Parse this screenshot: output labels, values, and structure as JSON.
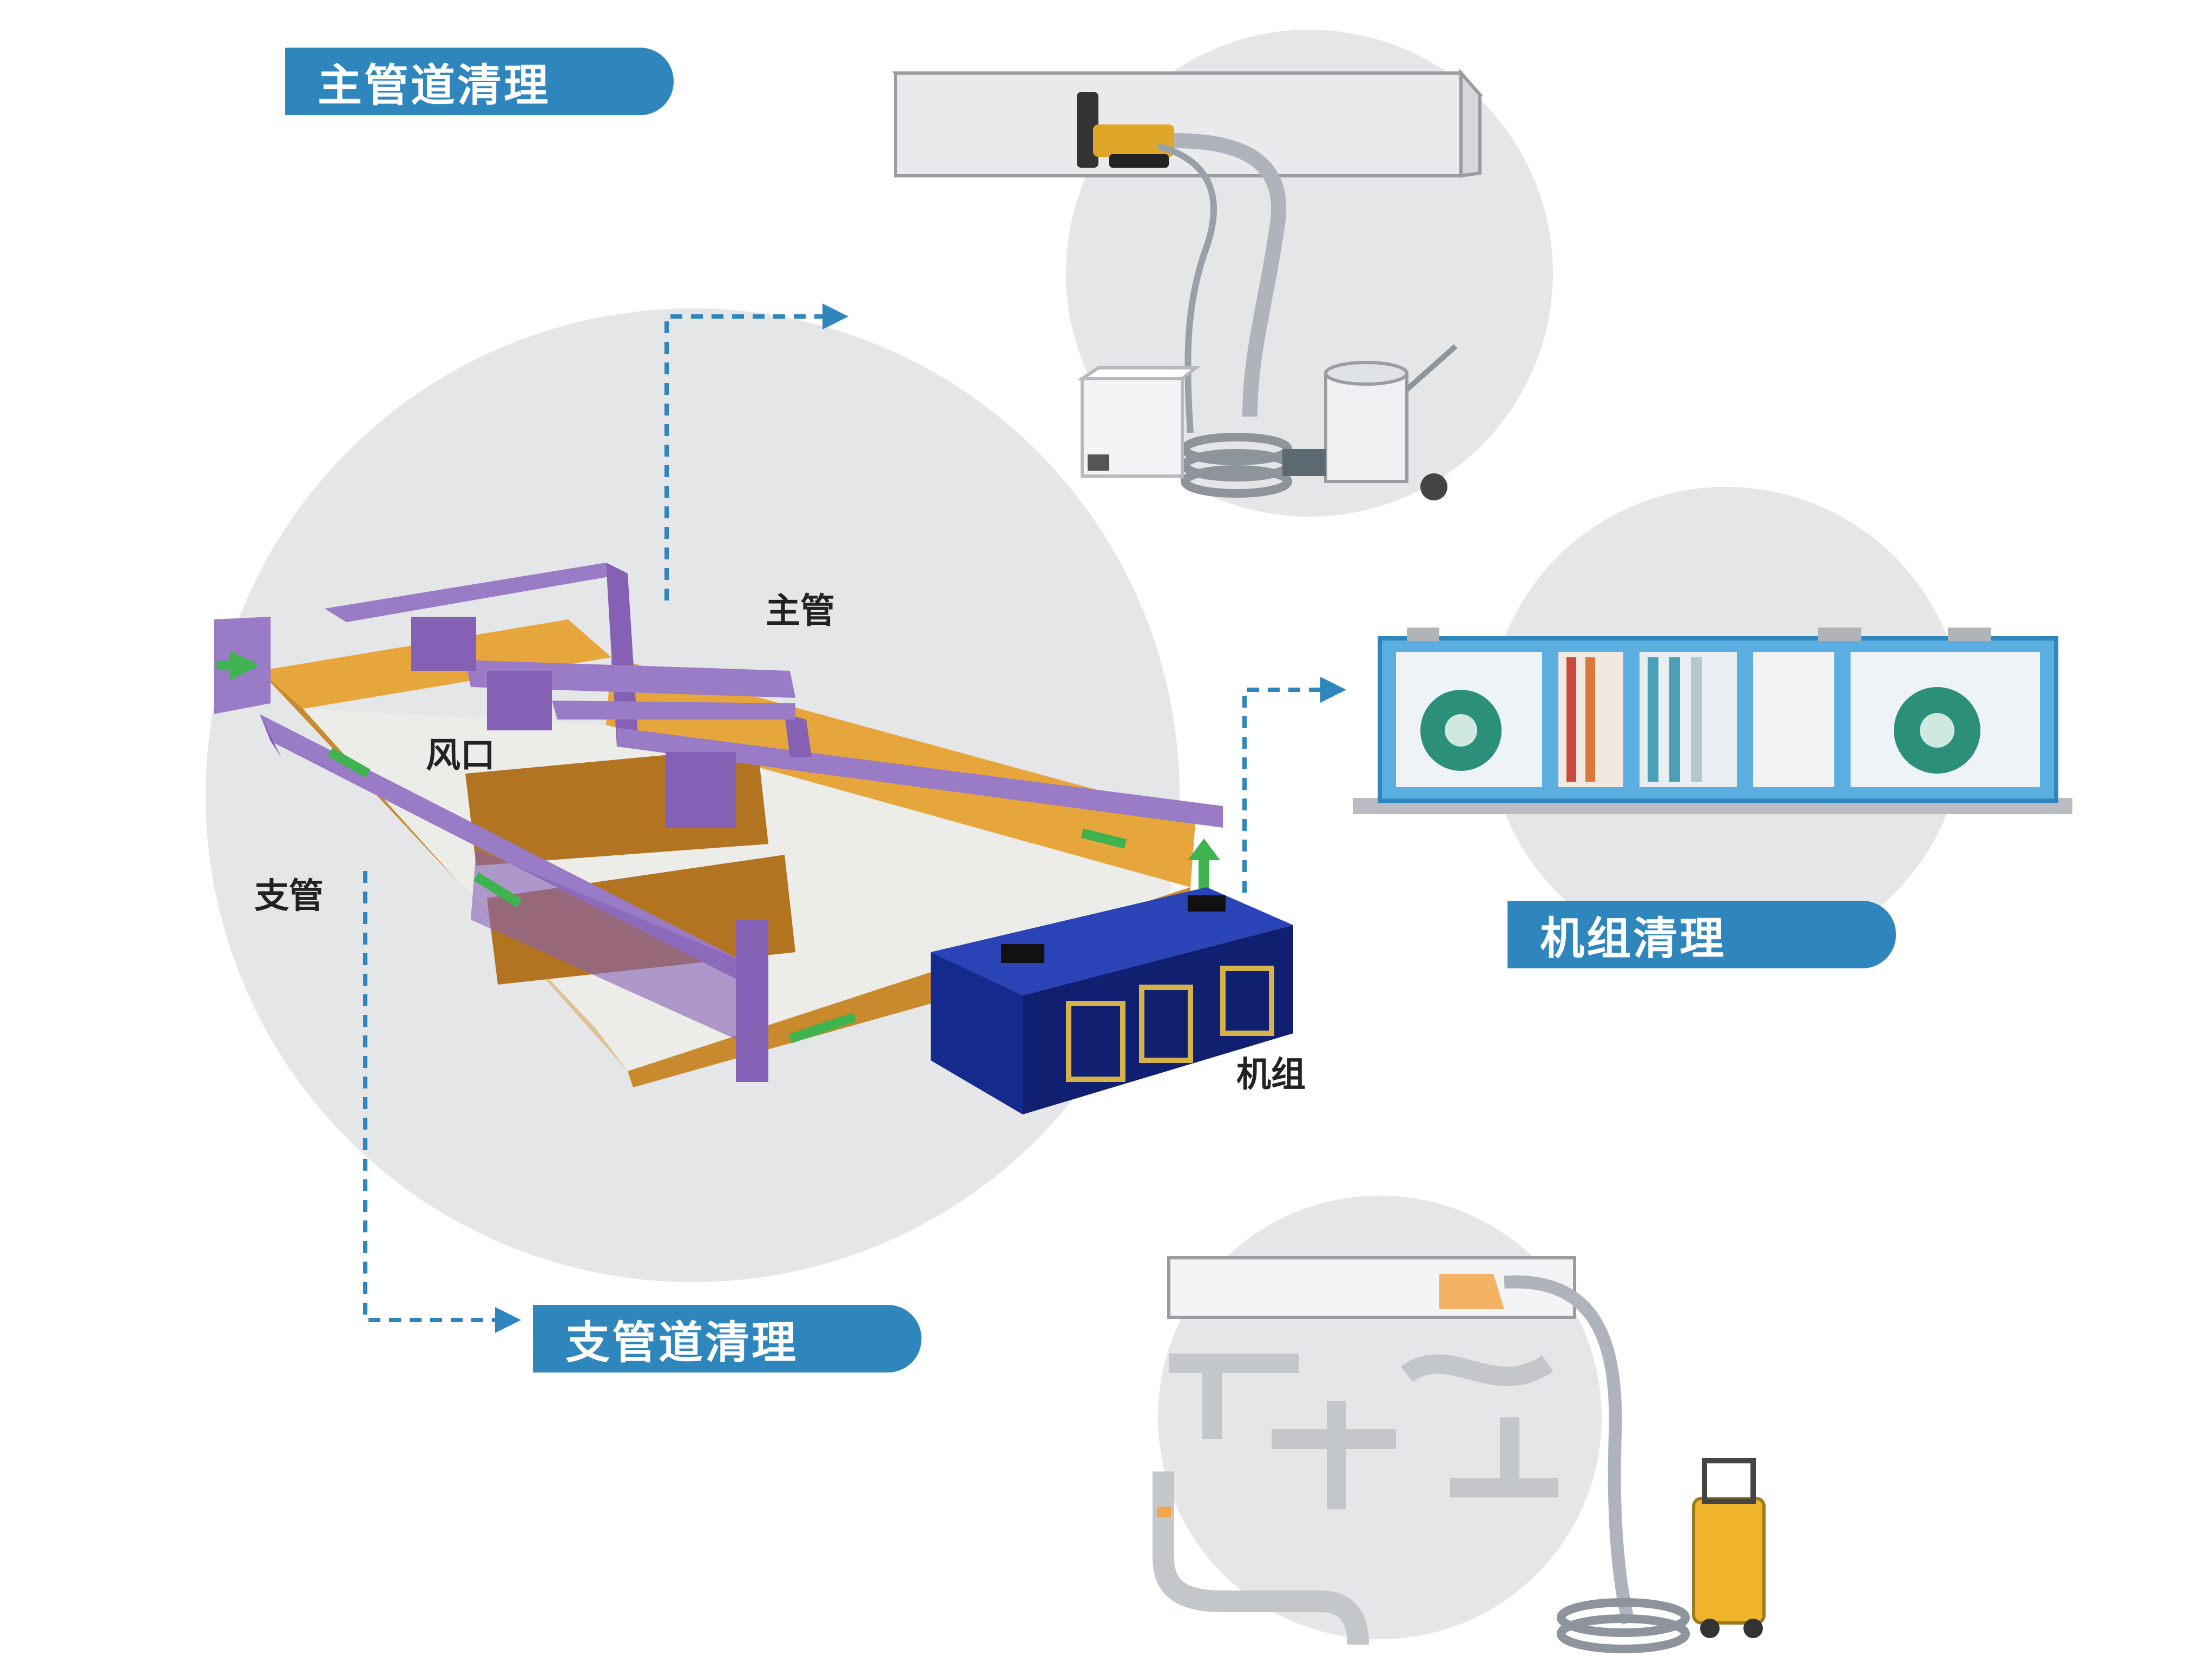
{
  "titles": {
    "main_duct": "主管道清理",
    "unit": "机组清理",
    "branch_duct": "支管道清理"
  },
  "labels": {
    "main_pipe": "主管",
    "vent": "风口",
    "branch_pipe": "支管",
    "unit": "机组"
  },
  "colors": {
    "tag_blue": "#2f86bd",
    "circle_gray": "#e5e6e8",
    "duct_purple": "#9a7bc6",
    "frame_orange": "#d89a36",
    "unit_navy": "#142a8c",
    "arrow_blue": "#2f86bd",
    "flow_green": "#3fb34f"
  }
}
